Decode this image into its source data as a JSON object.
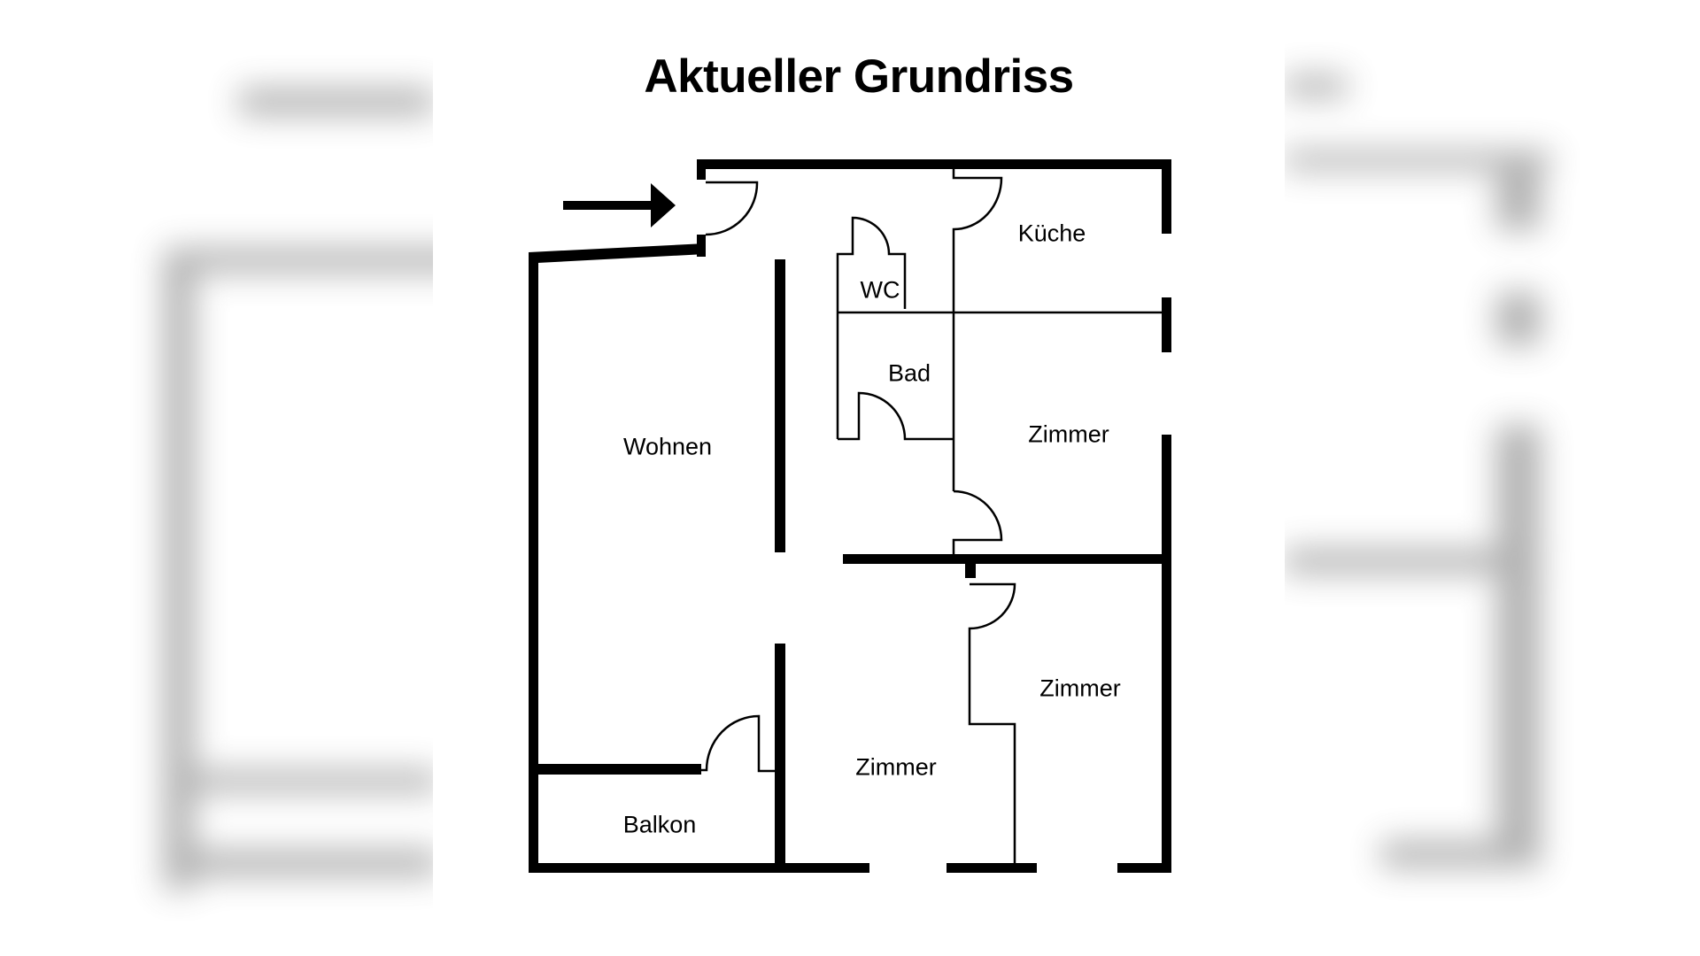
{
  "title": "Aktueller Grundriss",
  "entrance": {
    "icon": "arrow-right-icon"
  },
  "rooms": [
    {
      "id": "kueche",
      "label": "Küche"
    },
    {
      "id": "wc",
      "label": "WC"
    },
    {
      "id": "bad",
      "label": "Bad"
    },
    {
      "id": "wohnen",
      "label": "Wohnen"
    },
    {
      "id": "zimmer-1",
      "label": "Zimmer"
    },
    {
      "id": "zimmer-2",
      "label": "Zimmer"
    },
    {
      "id": "zimmer-3",
      "label": "Zimmer"
    },
    {
      "id": "balkon",
      "label": "Balkon"
    }
  ],
  "colors": {
    "wall": "#000000",
    "background": "#ffffff",
    "blur_background": "#9a9a9a"
  }
}
